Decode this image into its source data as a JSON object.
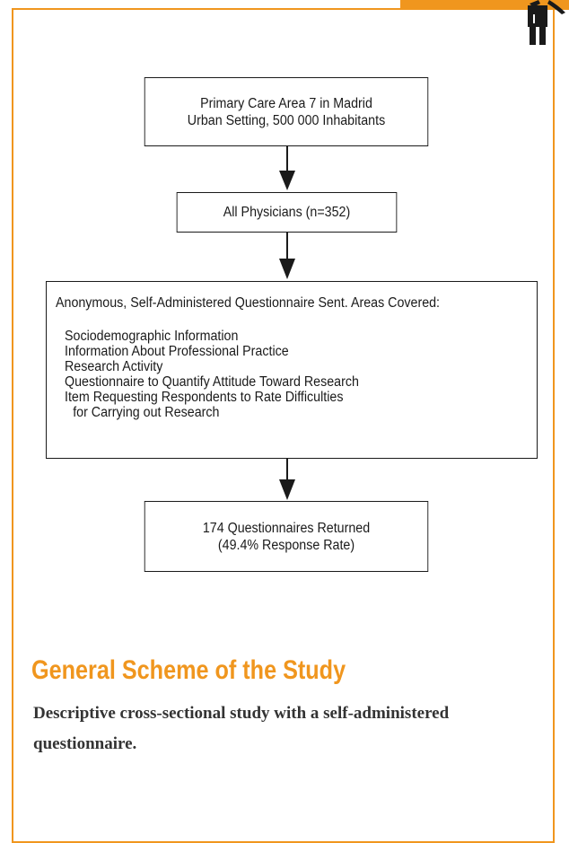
{
  "flowchart": {
    "box1": {
      "lines": [
        "Primary Care Area 7 in Madrid",
        "Urban Setting, 500 000 Inhabitants"
      ]
    },
    "box2": {
      "lines": [
        "All Physicians (n=352)"
      ]
    },
    "box3": {
      "heading": "Anonymous, Self-Administered Questionnaire Sent. Areas Covered:",
      "items": [
        "Sociodemographic Information",
        "Information About Professional Practice",
        "Research Activity",
        "Questionnaire to Quantify Attitude Toward Research",
        "Item Requesting Respondents to Rate Difficulties",
        "for Carrying out Research"
      ]
    },
    "box4": {
      "lines": [
        "174 Questionnaires Returned",
        "(49.4% Response Rate)"
      ]
    }
  },
  "title": "General Scheme of the Study",
  "description": "Descriptive cross-sectional study with a self-administered questionnaire.",
  "colors": {
    "accent": "#f0961e",
    "text": "#1a1a1a",
    "body_text": "#333333"
  }
}
